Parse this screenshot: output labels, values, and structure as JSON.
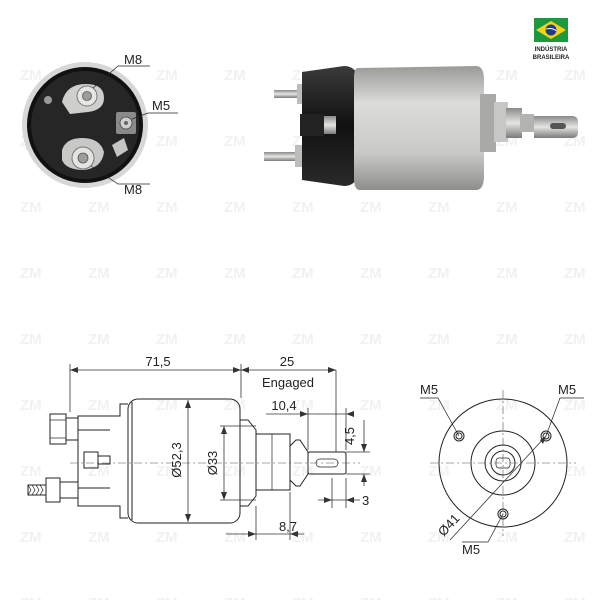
{
  "badge": {
    "line1": "INDÚSTRIA",
    "line2": "BRASILEIRA",
    "colors": {
      "green": "#1a9a3c",
      "yellow": "#f7d116",
      "blue": "#1d3c8c"
    }
  },
  "watermark": {
    "text": "ZM"
  },
  "photo_end": {
    "callouts": [
      "M8",
      "M5",
      "M8"
    ]
  },
  "side_view": {
    "dims": {
      "length": "71,5",
      "travel": "25",
      "travel_note": "Engaged",
      "plunger_len": "10,4",
      "body_diam": "Ø52,3",
      "nose_diam": "Ø33",
      "slot_w": "4,5",
      "slot_depth": "3",
      "offset": "8,7"
    }
  },
  "front_view": {
    "callouts": [
      "M5",
      "M5",
      "Ø41",
      "M5"
    ]
  },
  "colors": {
    "body_gray": "#cfcfcc",
    "cap_black": "#1a1a1a",
    "line": "#222222"
  }
}
